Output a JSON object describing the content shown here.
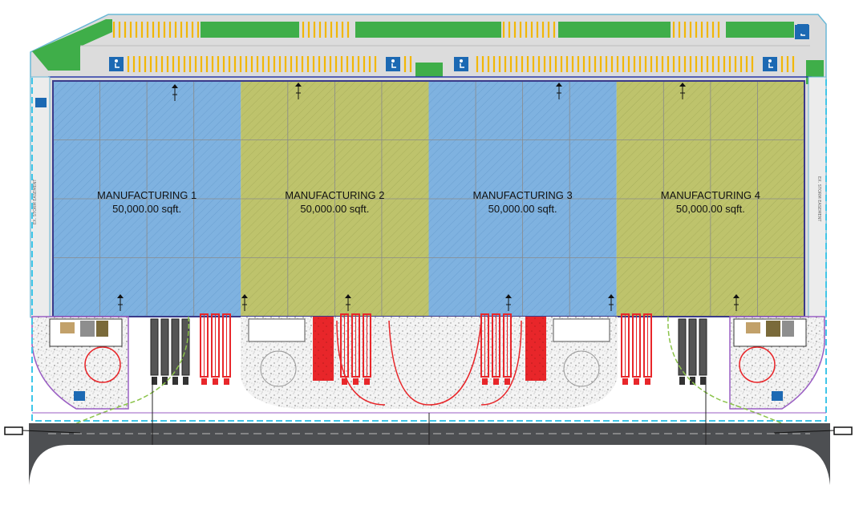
{
  "units": [
    {
      "name": "MANUFACTURING 1",
      "area": "50,000.00 sqft.",
      "zone": "blue"
    },
    {
      "name": "MANUFACTURING 2",
      "area": "50,000.00 sqft.",
      "zone": "olive"
    },
    {
      "name": "MANUFACTURING 3",
      "area": "50,000.00 sqft.",
      "zone": "blue"
    },
    {
      "name": "MANUFACTURING 4",
      "area": "50,000.00 sqft.",
      "zone": "olive"
    }
  ],
  "colors": {
    "blue_zone": "#7fb2e0",
    "olive_zone": "#bec36c",
    "landscape": "#3fae49",
    "parking_stall": "#f2b705",
    "paving": "#d9d9d9",
    "road": "#4d4f52",
    "truck_red": "#e8262a",
    "fire_line": "#3fc6e8",
    "boundary": "#9a5ec3",
    "utility": "#8bc34a"
  },
  "icons": [
    "accessible-parking-icon",
    "door-arrow-icon",
    "truck-trailer-icon",
    "tree-icon",
    "transformer-icon"
  ]
}
